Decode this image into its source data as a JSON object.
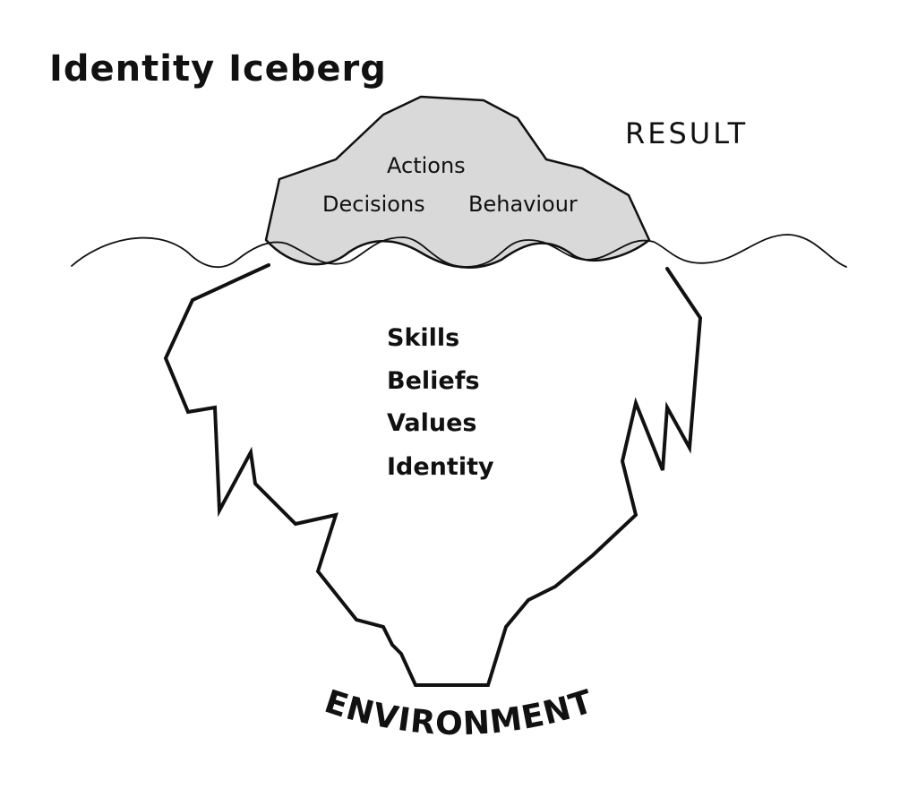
{
  "title": "Identity Iceberg",
  "result_label": "RESULT",
  "environment_label": "ENVIRONMENT",
  "above_water": {
    "items": [
      "Actions",
      "Decisions",
      "Behaviour"
    ]
  },
  "below_water": {
    "items": [
      "Skills",
      "Beliefs",
      "Values",
      "Identity"
    ]
  },
  "colors": {
    "ink": "#111111",
    "tip_fill": "#d9d9d9",
    "background": "#ffffff"
  }
}
